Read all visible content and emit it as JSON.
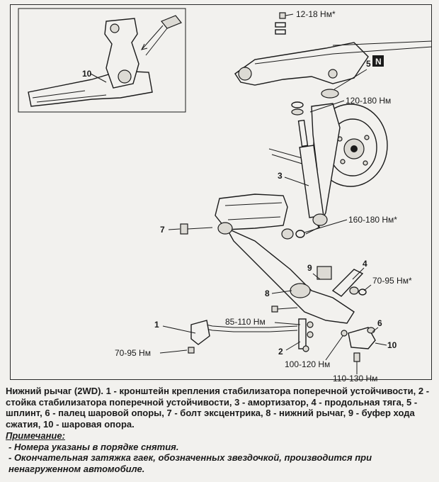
{
  "labels": {
    "torque_12_18": "12-18 Нм*",
    "torque_120_180": "120-180 Нм",
    "torque_160_180": "160-180 Нм*",
    "torque_70_95_star": "70-95 Нм*",
    "torque_85_110": "85-110 Нм",
    "torque_70_95": "70-95 Нм",
    "torque_100_120": "100-120 Нм",
    "torque_110_130": "110-130 Нм",
    "badge": "N",
    "n1": "1",
    "n2": "2",
    "n3": "3",
    "n4": "4",
    "n5": "5",
    "n6": "6",
    "n7": "7",
    "n8": "8",
    "n9": "9",
    "n10_inset": "10",
    "n10": "10"
  },
  "caption": {
    "text": "Нижний рычаг (2WD). 1 - кронштейн крепления стабилизатора поперечной устойчивости, 2 - стойка стабилизатора поперечной устойчивости, 3 - амортизатор, 4 - продольная тяга, 5 - шплинт, 6 - палец шаровой опоры, 7 - болт эксцентрика, 8 - нижний рычаг, 9 - буфер хода сжатия, 10 - шаровая опора.",
    "note_title": "Примечание:",
    "note_1": "- Номера указаны в порядке снятия.",
    "note_2": "- Окончательная затяжка гаек, обозначенных звездочкой, производится при ненагруженном автомобиле."
  },
  "colors": {
    "ink": "#1a1a1a",
    "paper": "#f2f1ee"
  }
}
